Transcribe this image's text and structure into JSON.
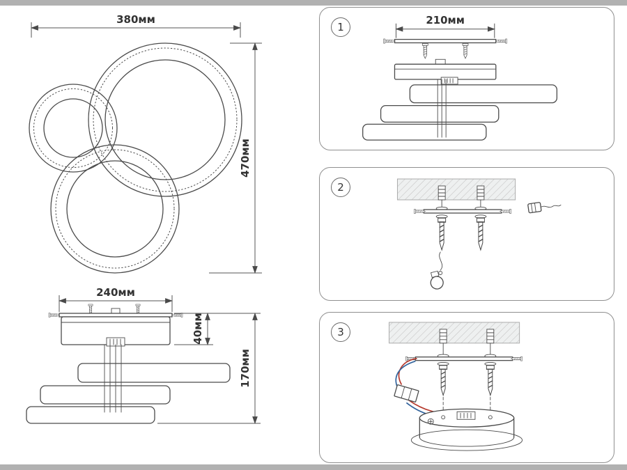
{
  "colors": {
    "line": "#4a4a4a",
    "dim": "#555555",
    "text": "#333333",
    "band": "#b1b1b1",
    "panel-border": "#8f8f8f",
    "wire-red": "#b63a2e",
    "wire-blue": "#31639c"
  },
  "left": {
    "top_view": {
      "width_label": "380мм",
      "height_label": "470мм"
    },
    "side_view": {
      "width_label": "240мм",
      "canopy_height_label": "40мм",
      "total_height_label": "170мм"
    }
  },
  "steps": [
    {
      "number": "1",
      "bracket_width_label": "210мм"
    },
    {
      "number": "2"
    },
    {
      "number": "3"
    }
  ]
}
